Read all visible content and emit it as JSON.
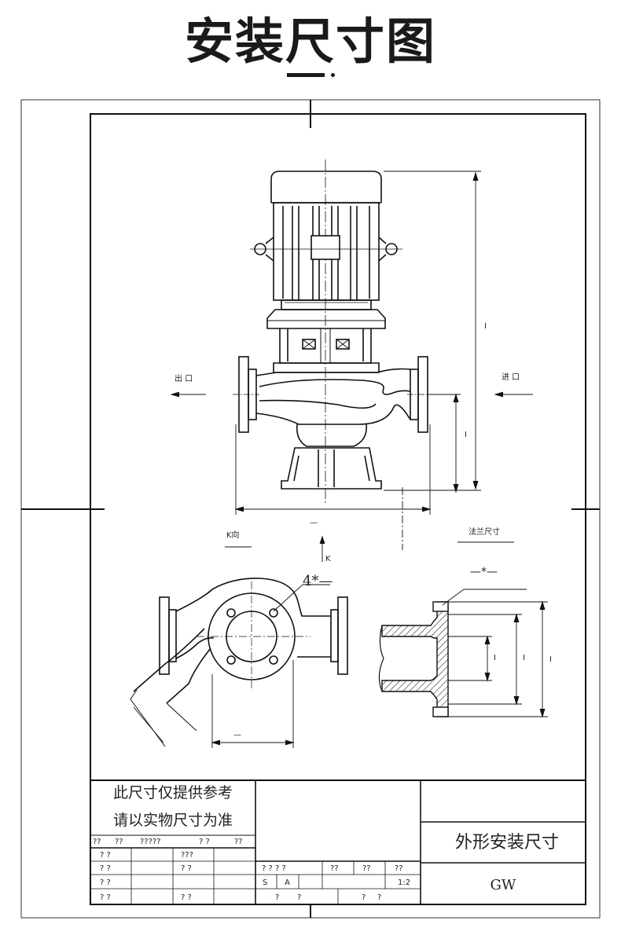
{
  "title": "安装尺寸图",
  "drawing": {
    "label_outlet": "出 口",
    "label_inlet": "进 口",
    "label_k_view": "K向",
    "label_k": "K",
    "label_flange": "法兰尺寸",
    "label_bolts": "4*—",
    "label_star": "—*—",
    "dim_marks": [
      "I",
      "I",
      "—",
      "—",
      "I",
      "I",
      "I"
    ]
  },
  "title_block": {
    "note_line1": "此尺寸仅提供参考",
    "note_line2": "请以实物尺寸为准",
    "header_row": [
      "??",
      "??",
      "?????",
      "? ?",
      "??"
    ],
    "left_rows": [
      [
        "? ?",
        "",
        "???",
        ""
      ],
      [
        "? ?",
        "",
        "? ?",
        ""
      ],
      [
        "? ?",
        "",
        "",
        ""
      ],
      [
        "? ?",
        "",
        "? ?",
        ""
      ]
    ],
    "mid_header": [
      "? ? ? ?",
      "??",
      "??",
      "??"
    ],
    "mid_row2": [
      "S",
      "A",
      "",
      "",
      "",
      "1:2"
    ],
    "mid_row3": [
      "?",
      "?",
      "?",
      "?"
    ],
    "name": "外形安装尺寸",
    "model": "GW"
  }
}
